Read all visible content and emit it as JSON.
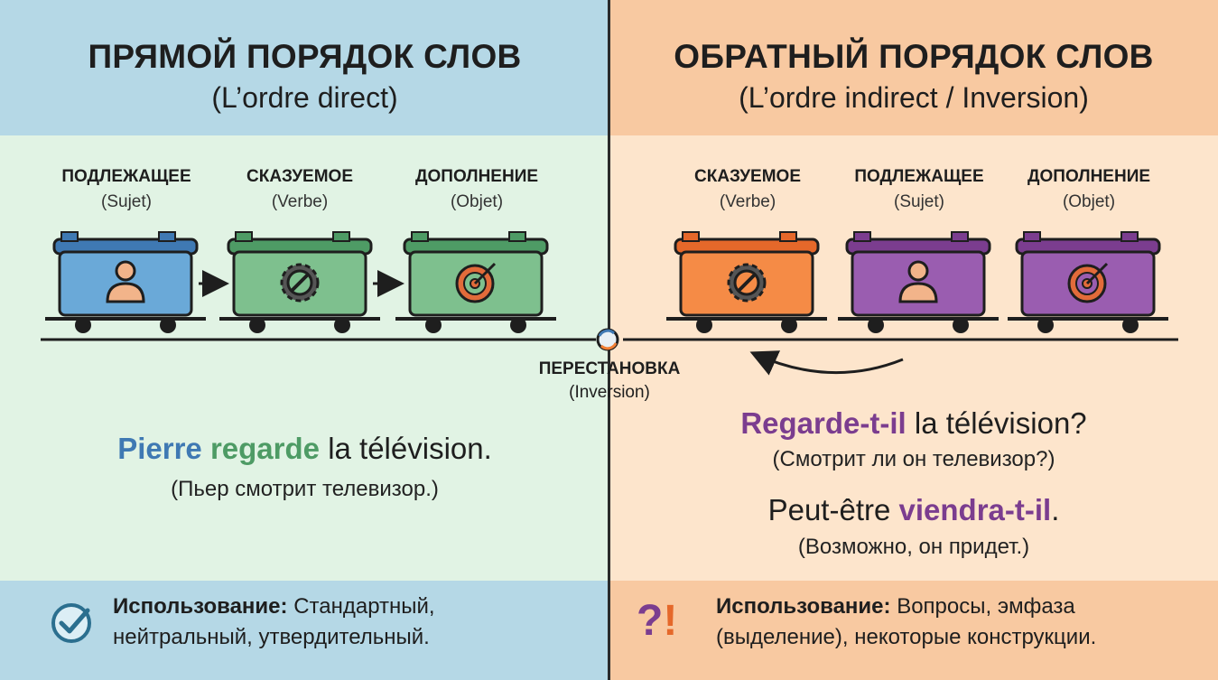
{
  "colors": {
    "left_header_bg": "#b5d8e6",
    "left_body_bg": "#e1f3e4",
    "right_header_bg": "#f8c9a1",
    "right_body_bg": "#fde5cc",
    "blue": "#3f79b3",
    "green": "#4e9b65",
    "orange": "#f27f34",
    "purple": "#7b3d8f"
  },
  "left": {
    "title": "ПРЯМОЙ ПОРЯДОК СЛОВ",
    "subtitle": "(L’ordre direct)",
    "labels": [
      {
        "ru": "ПОДЛЕЖАЩЕЕ",
        "fr": "(Sujet)",
        "icon": "person-icon",
        "color": "blue"
      },
      {
        "ru": "СКАЗУЕМОЕ",
        "fr": "(Verbe)",
        "icon": "gear-wrench-icon",
        "color": "green"
      },
      {
        "ru": "ДОПОЛНЕНИЕ",
        "fr": "(Objet)",
        "icon": "target-icon",
        "color": "green"
      }
    ],
    "sentence": {
      "subject": "Pierre",
      "verb": "regarde",
      "rest": "la télévision."
    },
    "translation": "(Пьер смотрит телевизор.)",
    "usage_label": "Использование:",
    "usage_text_1": "Стандартный,",
    "usage_text_2": "нейтральный, утвердительный."
  },
  "center": {
    "label": "ПЕРЕСТАНОВКА",
    "sub": "(Inversion)"
  },
  "right": {
    "title": "ОБРАТНЫЙ ПОРЯДОК СЛОВ",
    "subtitle": "(L’ordre indirect / Inversion)",
    "labels": [
      {
        "ru": "СКАЗУЕМОЕ",
        "fr": "(Verbe)",
        "icon": "gear-wrench-icon",
        "color": "orange"
      },
      {
        "ru": "ПОДЛЕЖАЩЕЕ",
        "fr": "(Sujet)",
        "icon": "person-icon",
        "color": "purple"
      },
      {
        "ru": "ДОПОЛНЕНИЕ",
        "fr": "(Objet)",
        "icon": "target-icon",
        "color": "purple"
      }
    ],
    "sentence1": {
      "verb": "Regarde-t-il",
      "rest": "la télévision?"
    },
    "translation1": "(Смотрит ли он телевизор?)",
    "sentence2": {
      "pre": "Peut-être",
      "verb": "viendra-t-il",
      "post": "."
    },
    "translation2": "(Возможно, он придет.)",
    "usage_label": "Использование:",
    "usage_text_1": "Вопросы, эмфаза",
    "usage_text_2": "(выделение), некоторые конструкции."
  }
}
